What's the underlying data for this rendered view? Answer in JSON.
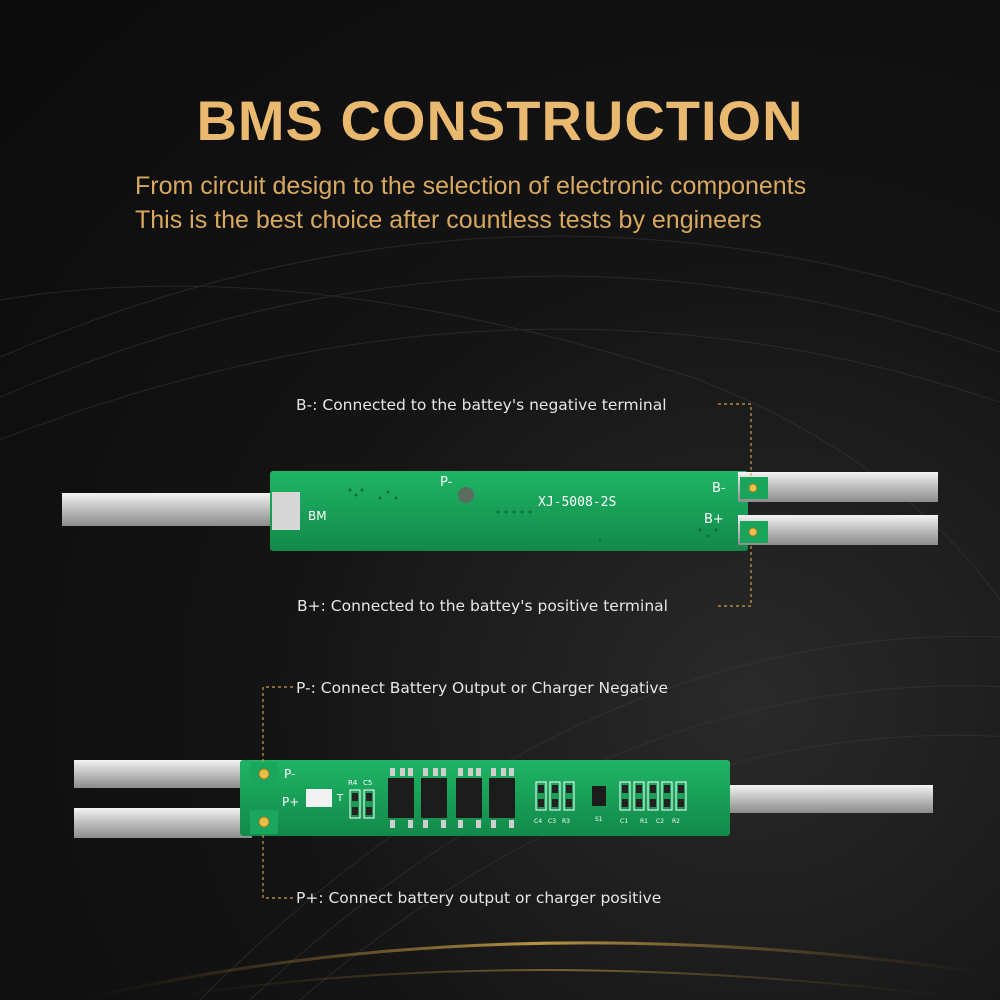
{
  "header": {
    "title": "BMS CONSTRUCTION",
    "subtitle_line1": "From circuit design to the selection of electronic components",
    "subtitle_line2": "This is the best choice after countless tests by engineers"
  },
  "board1": {
    "model": "XJ-5008-2S",
    "pad_p_minus": "P-",
    "pad_b_minus": "B-",
    "pad_b_plus": "B+",
    "pad_bm": "BM",
    "callout_b_minus": "B-: Connected to the battey's negative terminal",
    "callout_b_plus": "B+: Connected to the battey's positive terminal"
  },
  "board2": {
    "pad_p_minus": "P-",
    "pad_p_plus": "P+",
    "pad_t": "T",
    "comp_r4": "R4",
    "comp_c5": "C5",
    "comp_c4": "C4",
    "comp_c3": "C3",
    "comp_r3": "R3",
    "comp_s1": "S1",
    "comp_c1": "C1",
    "comp_r1": "R1",
    "comp_c2": "C2",
    "comp_r2": "R2",
    "callout_p_minus": "P-: Connect Battery Output or Charger Negative",
    "callout_p_plus": "P+: Connect battery output or charger positive"
  },
  "colors": {
    "title": "#e9b970",
    "subtitle": "#d9a85f",
    "pcb": "#18a25a",
    "callout_line": "#c9a24a",
    "text": "#e6e6e6"
  }
}
